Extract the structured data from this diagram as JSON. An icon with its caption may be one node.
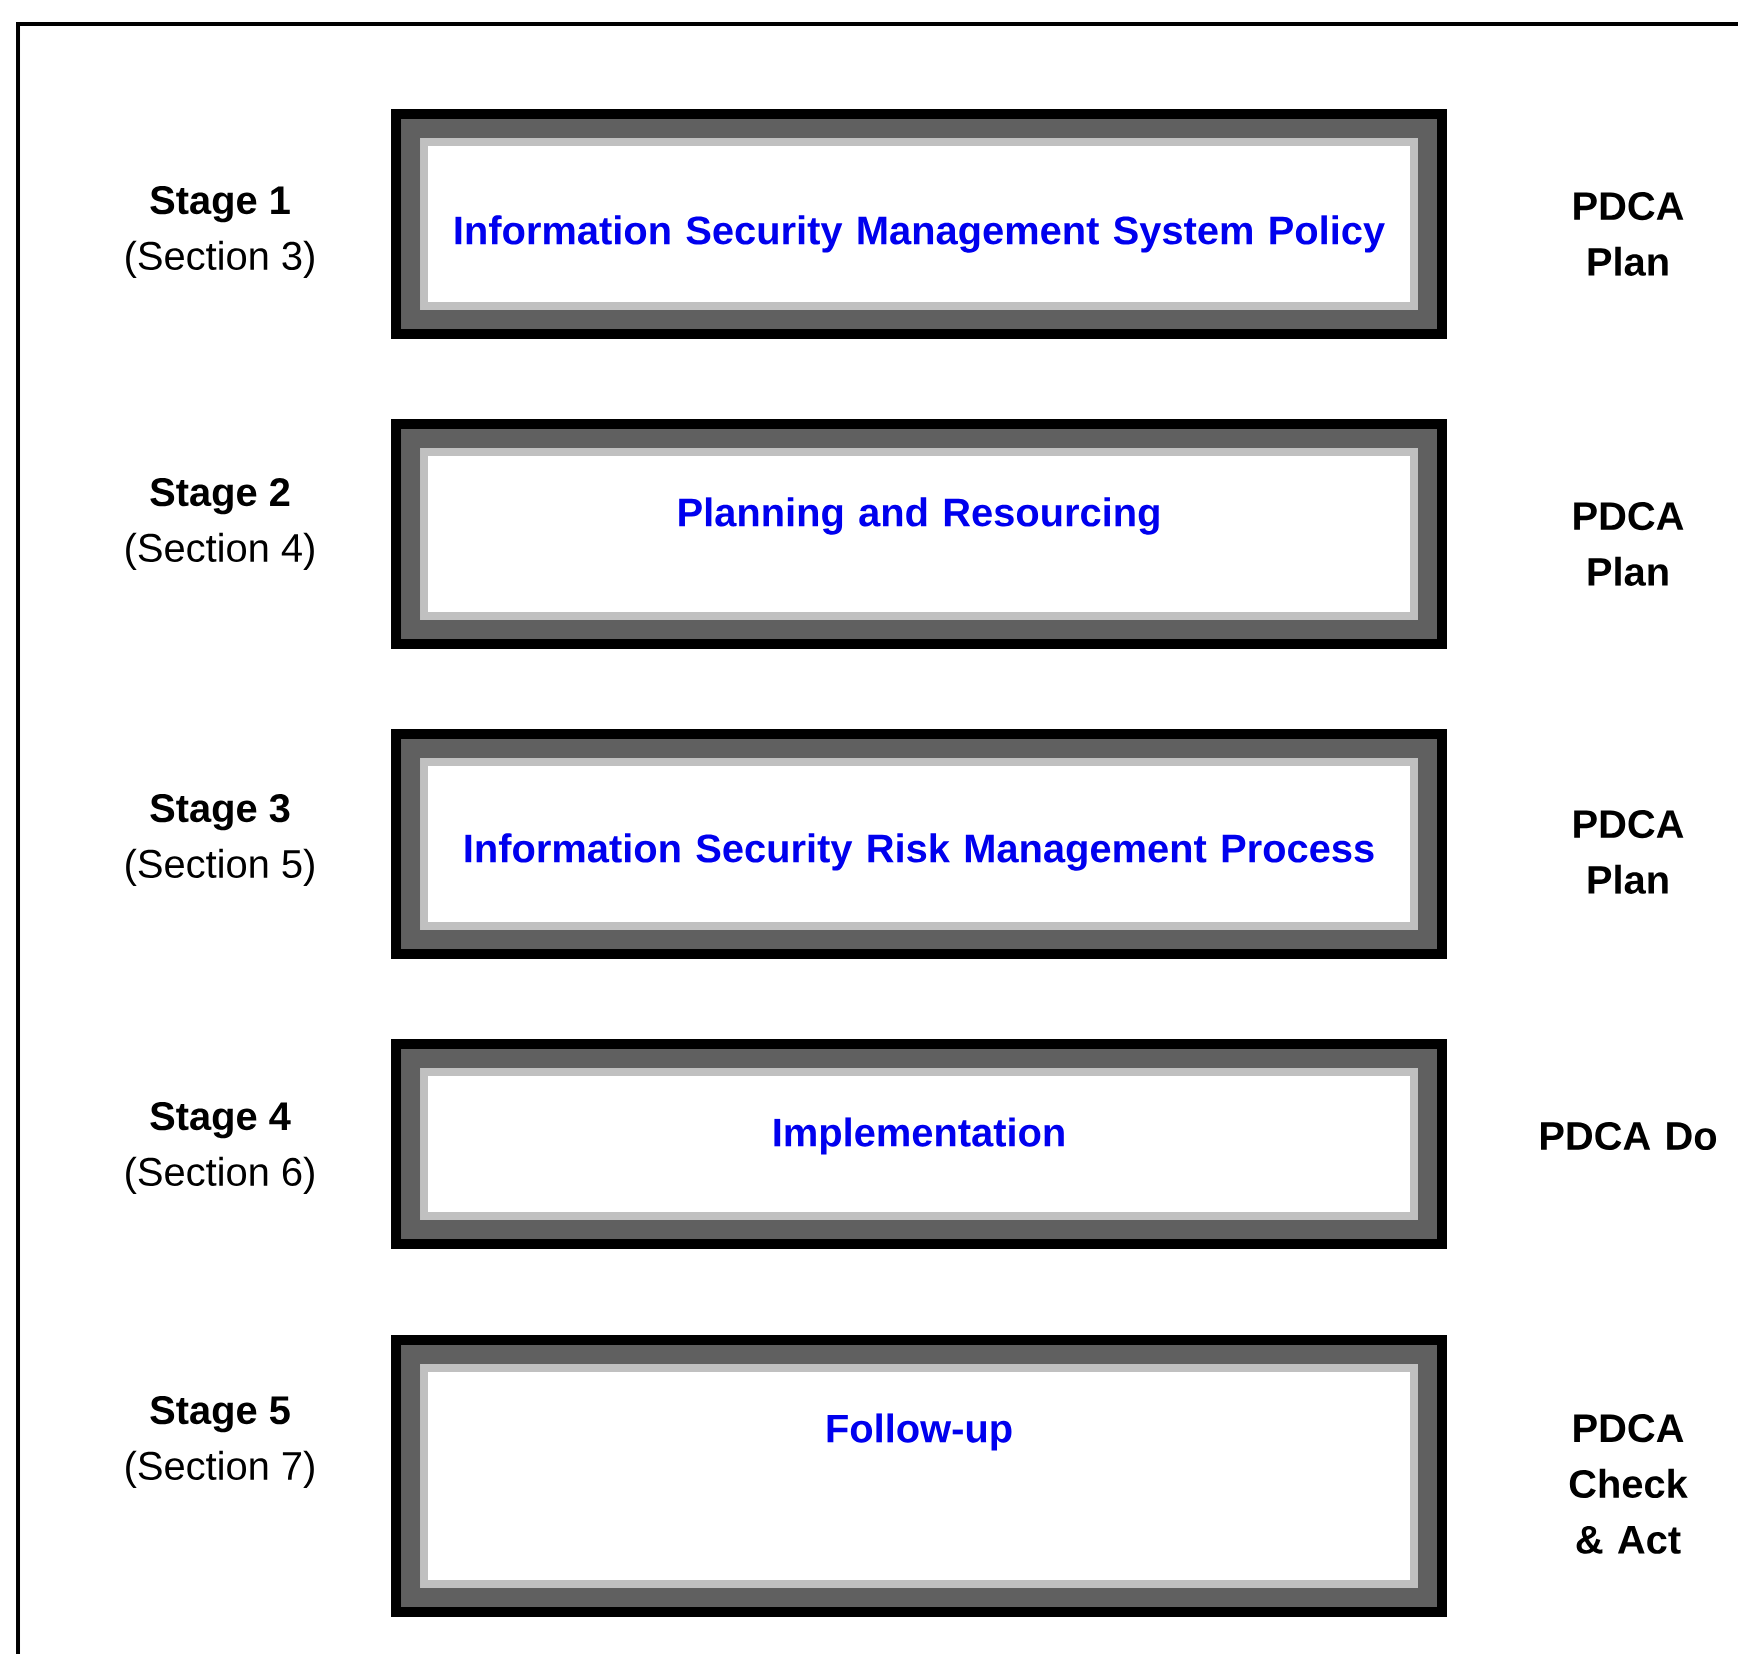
{
  "diagram": {
    "nodes": [
      {
        "text": [
          "Information Security Management System Policy"
        ],
        "beside": [
          "Stage 1",
          "(Section 3)",
          "PDCA Plan"
        ]
      },
      {
        "text": [
          "Planning and Resourcing"
        ],
        "beside": [
          "Stage 2",
          "(Section 4)",
          "PDCA Plan"
        ]
      },
      {
        "text": [
          "Information Security Risk Management Process"
        ],
        "beside": [
          "Stage 3",
          "(Section 5)",
          "PDCA Plan"
        ]
      },
      {
        "text": [
          "Implementation"
        ],
        "beside": [
          "Stage 4",
          "(Section 6)",
          "PDCA Do"
        ]
      },
      {
        "text": [
          "Follow-up"
        ],
        "beside": [
          "Stage 5",
          "(Section 7)",
          "PDCA Check & Act"
        ]
      }
    ]
  }
}
